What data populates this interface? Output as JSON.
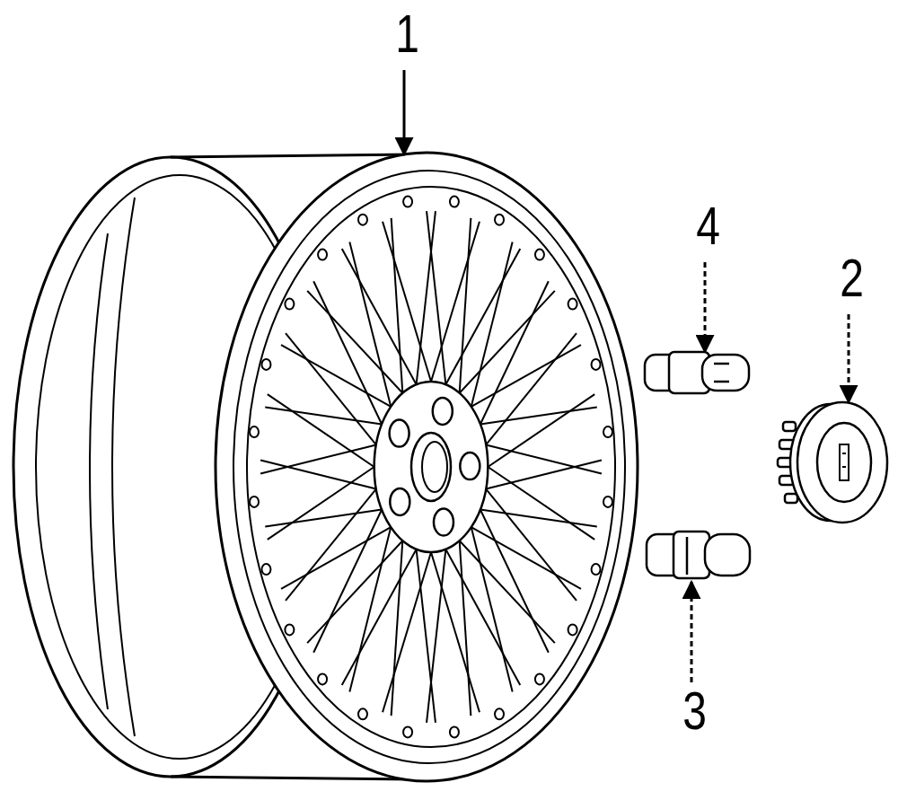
{
  "diagram": {
    "labels": [
      "1",
      "4",
      "2",
      "3"
    ]
  }
}
